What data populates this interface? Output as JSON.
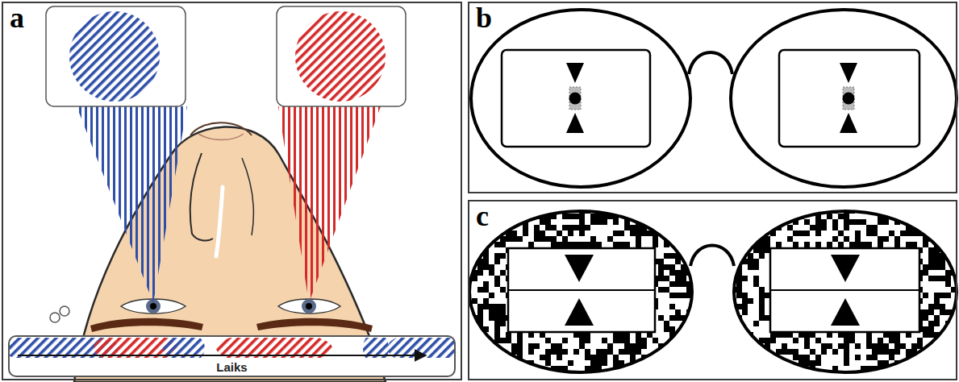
{
  "diagram": {
    "nodes": [
      {
        "text": [
          "a"
        ]
      },
      {
        "text": [
          "Laiks"
        ],
        "in": 0
      },
      {
        "text": [
          "b"
        ]
      },
      {
        "text": [
          "c"
        ]
      }
    ]
  }
}
